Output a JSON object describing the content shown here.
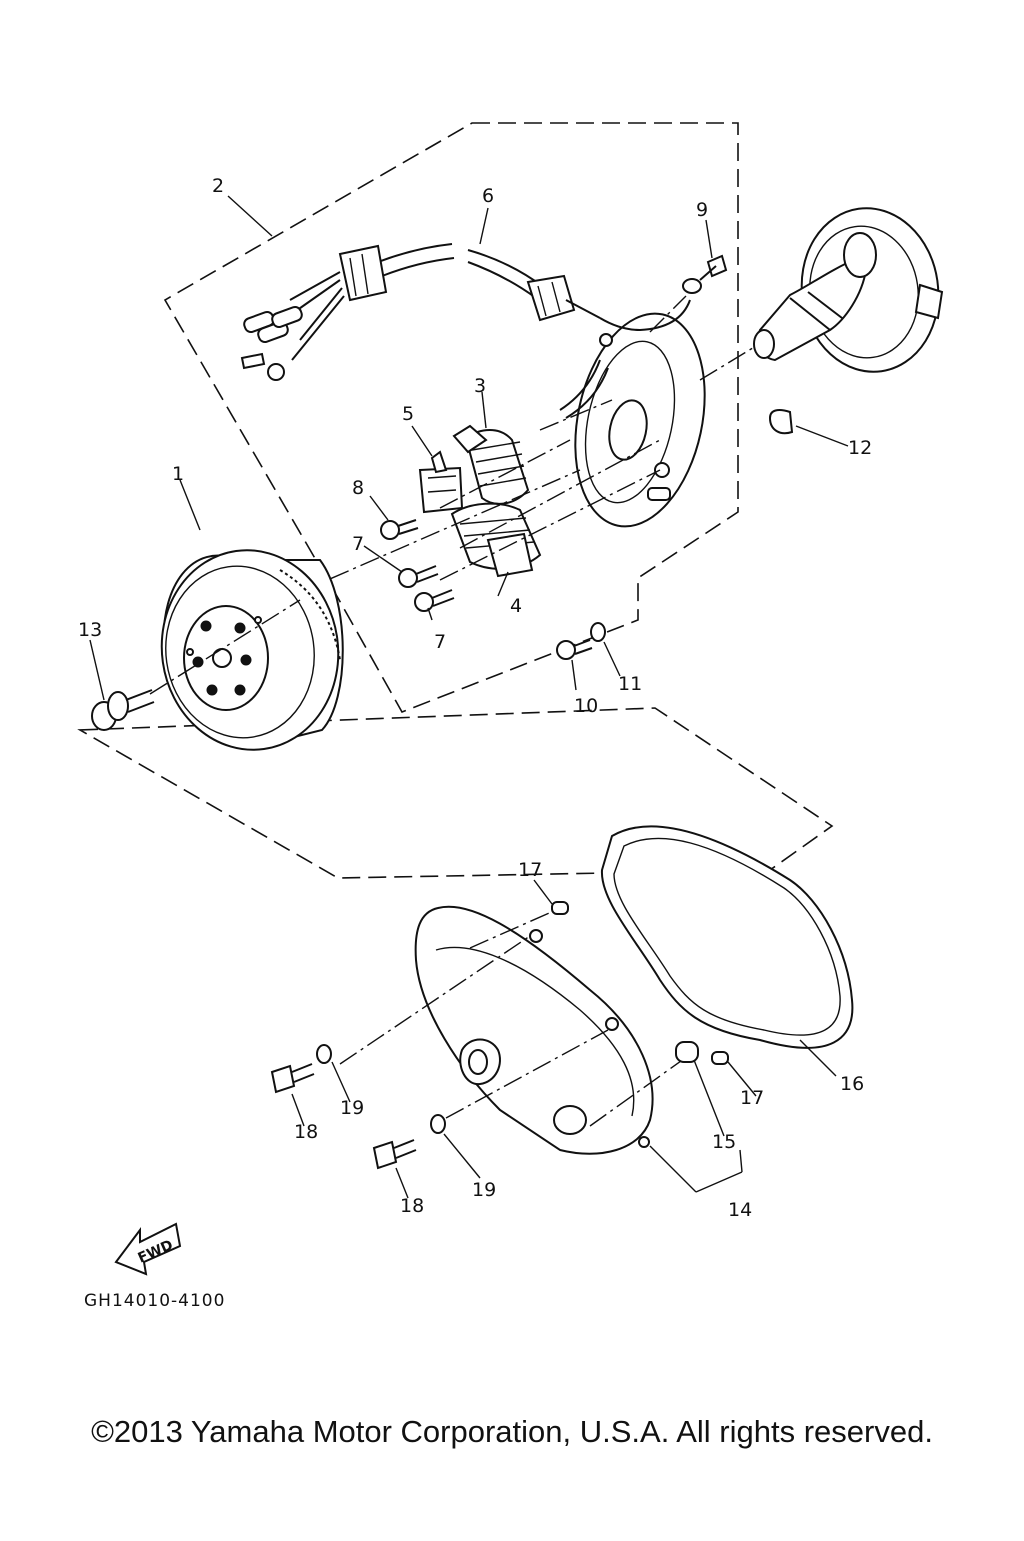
{
  "diagram": {
    "callouts": {
      "c1": "1",
      "c2": "2",
      "c3": "3",
      "c4": "4",
      "c5": "5",
      "c6": "6",
      "c7a": "7",
      "c7b": "7",
      "c8": "8",
      "c9": "9",
      "c10": "10",
      "c11": "11",
      "c12": "12",
      "c13": "13",
      "c14": "14",
      "c15": "15",
      "c16": "16",
      "c17a": "17",
      "c17b": "17",
      "c18a": "18",
      "c18b": "18",
      "c19a": "19",
      "c19b": "19"
    },
    "fwd_label": "FWD",
    "drawing_code": "GH14010-4100"
  },
  "footer": {
    "copyright": "©2013 Yamaha Motor Corporation, U.S.A. All rights reserved."
  }
}
